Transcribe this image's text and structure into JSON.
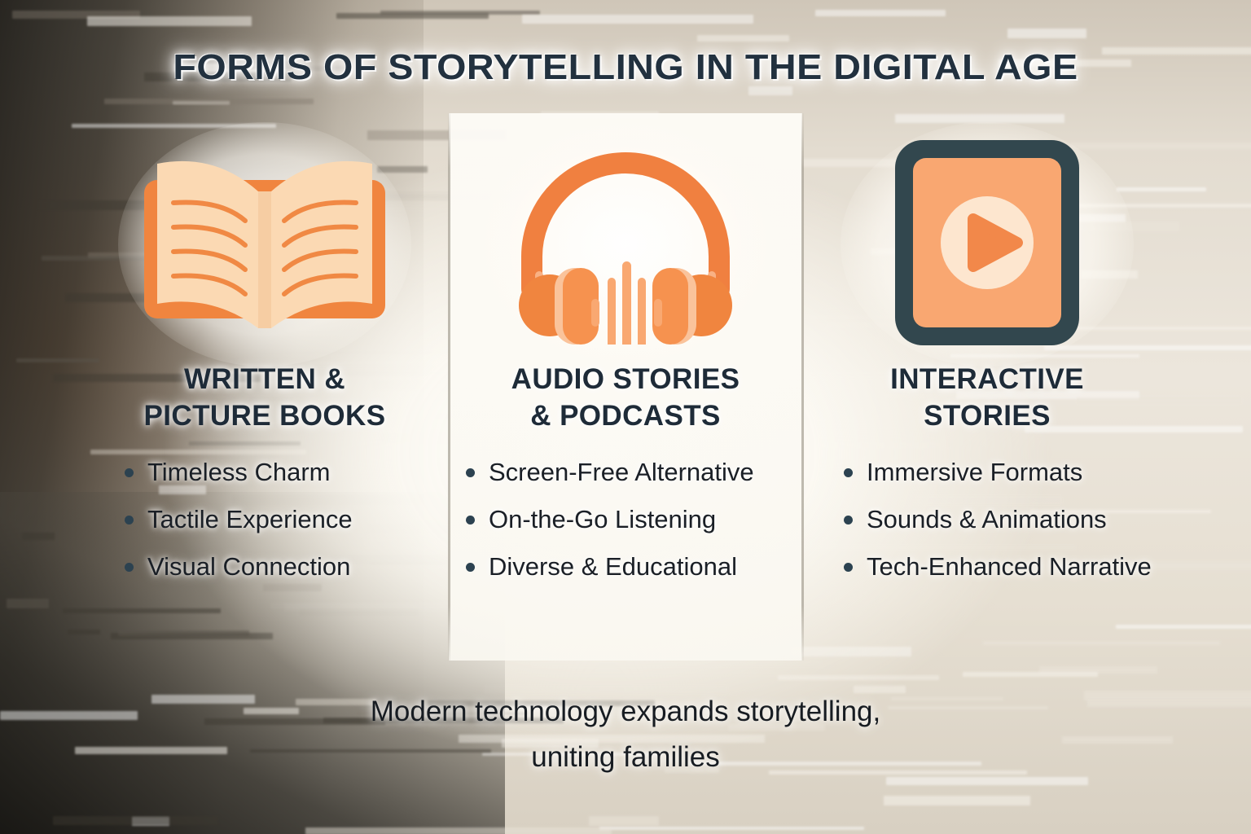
{
  "title": "FORMS OF STORYTELLING IN THE DIGITAL AGE",
  "columns": [
    {
      "icon": "open-book-icon",
      "heading_line1": "WRITTEN &",
      "heading_line2": "PICTURE BOOKS",
      "bullets": [
        "Timeless Charm",
        "Tactile Experience",
        "Visual Connection"
      ]
    },
    {
      "icon": "headphones-icon",
      "heading_line1": "AUDIO STORIES",
      "heading_line2": "& PODCASTS",
      "bullets": [
        "Screen-Free Alternative",
        "On-the-Go Listening",
        "Diverse & Educational"
      ]
    },
    {
      "icon": "tablet-play-icon",
      "heading_line1": "INTERACTIVE",
      "heading_line2": "STORIES",
      "bullets": [
        "Immersive Formats",
        "Sounds & Animations",
        "Tech-Enhanced Narrative"
      ]
    }
  ],
  "footer": {
    "line1": "Modern technology expands storytelling,",
    "line2": "uniting families"
  },
  "colors": {
    "title_text": "#22313f",
    "heading_text": "#1e2b38",
    "body_text": "#1a1f26",
    "bullet_dot": "#2c4250",
    "accent_orange": "#F08040",
    "accent_orange_light": "#F9A871",
    "accent_cream": "#FBE3C6",
    "page_cream": "#FBD9B3",
    "frame_slate": "#2F4A52",
    "panel_bg": "#FDFBF6"
  }
}
